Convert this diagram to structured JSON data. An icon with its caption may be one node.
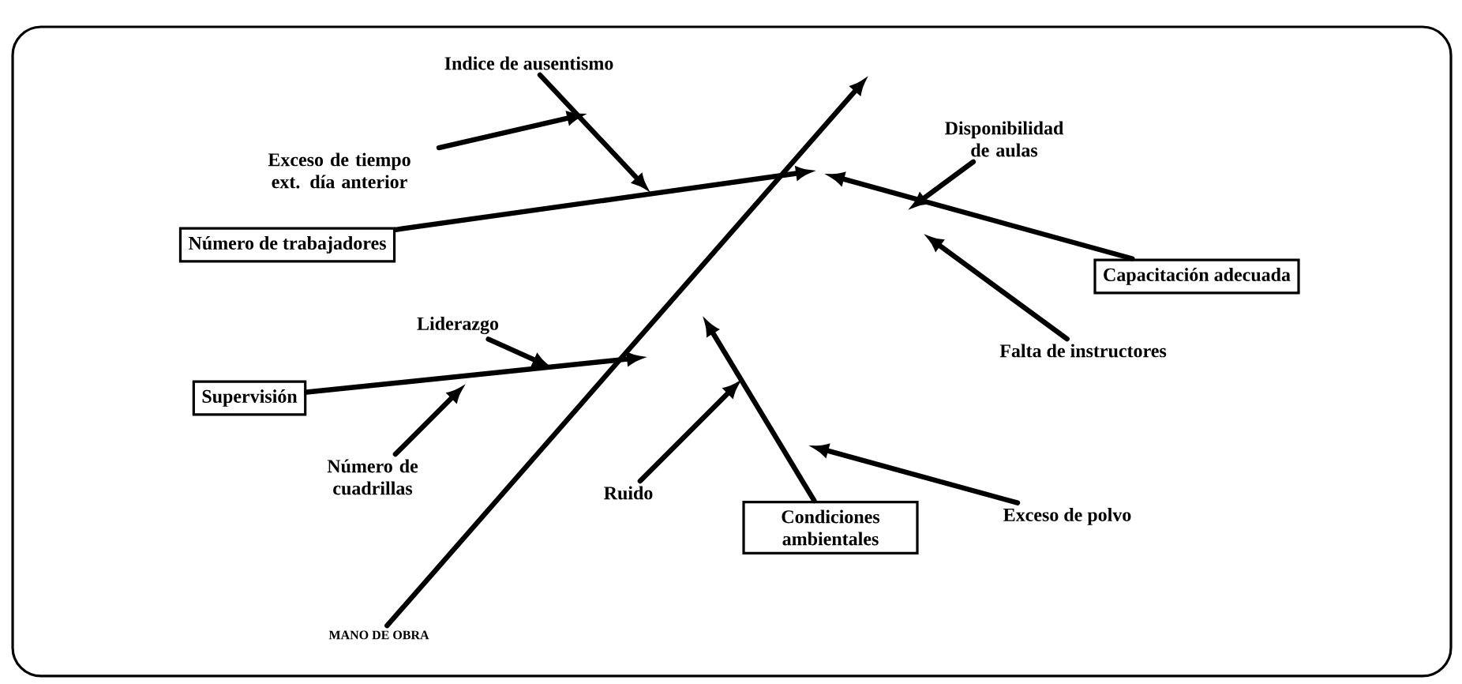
{
  "diagram": {
    "nodes": [
      {
        "text": [
          "Indice de ausentismo"
        ]
      },
      {
        "text": [
          "Exceso de tiempo ext. día anterior"
        ]
      },
      {
        "text": [
          "Número de trabajadores"
        ]
      },
      {
        "text": [
          "Disponibilidad de aulas"
        ]
      },
      {
        "text": [
          "Capacitación adecuada"
        ]
      },
      {
        "text": [
          "Falta de instructores"
        ]
      },
      {
        "text": [
          "Liderazgo"
        ]
      },
      {
        "text": [
          "Supervisión"
        ]
      },
      {
        "text": [
          "Número de cuadrillas"
        ]
      },
      {
        "text": [
          "Ruido"
        ]
      },
      {
        "text": [
          "Condiciones ambientales"
        ]
      },
      {
        "text": [
          "Exceso de polvo"
        ]
      },
      {
        "text": [
          "MANO DE OBRA"
        ]
      }
    ],
    "edges": [
      {
        "from": 12,
        "to": null,
        "arrow": "to"
      },
      {
        "from": 2,
        "to": null,
        "arrow": "to"
      },
      {
        "from": 0,
        "to": null,
        "arrow": "to"
      },
      {
        "from": 1,
        "to": null,
        "arrow": "to"
      },
      {
        "from": 4,
        "to": null,
        "arrow": "to"
      },
      {
        "from": 3,
        "to": null,
        "arrow": "to"
      },
      {
        "from": 5,
        "to": null,
        "arrow": "to"
      },
      {
        "from": 7,
        "to": null,
        "arrow": "to"
      },
      {
        "from": 6,
        "to": null,
        "arrow": "to"
      },
      {
        "from": 8,
        "to": null,
        "arrow": "to"
      },
      {
        "from": 10,
        "to": null,
        "arrow": "to"
      },
      {
        "from": 9,
        "to": null,
        "arrow": "to"
      },
      {
        "from": 11,
        "to": null,
        "arrow": "to"
      }
    ]
  }
}
